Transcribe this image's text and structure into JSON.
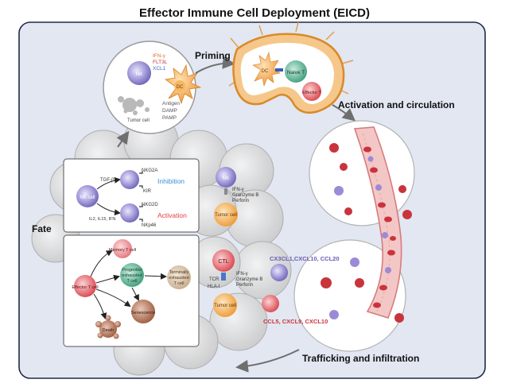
{
  "title": "Effector Immune Cell Deployment (EICD)",
  "section_labels": {
    "priming": "Priming",
    "activation": "Activation and circulation",
    "trafficking": "Trafficking and infiltration",
    "fate": "Fate"
  },
  "priming_bubble": {
    "nk": "NK",
    "cytokines": [
      "IFN-γ",
      "FLT3L",
      "XCL1"
    ],
    "dc": "DC",
    "tumor": "Tumor cell",
    "signals": [
      "Antigen",
      "DAMP",
      "PAMP"
    ]
  },
  "lymph_node": {
    "dc": "DC",
    "naive": "Naive T",
    "effector": "Effector T"
  },
  "nk_panel": {
    "nk_cell": "NK cell",
    "tgfb": "TGF-β",
    "il": "IL2, IL15, IFN",
    "receptors_top": [
      "NKG2A",
      "KIR"
    ],
    "receptors_bottom": [
      "NKG2D",
      "NKp46"
    ],
    "inhibition": "Inhibition",
    "activation": "Activation"
  },
  "tumor_cells": {
    "nk": "NK",
    "nk_tumor": "Tumor cell",
    "nk_effectors": [
      "IFN-γ",
      "Granzyme B",
      "Perforin"
    ],
    "ctl": "CTL",
    "tcr": "TCR",
    "hla": "HLA-I",
    "ctl_tumor": "Tumor cell",
    "ctl_effectors": [
      "IFN-γ",
      "Granzyme B",
      "Perforin"
    ]
  },
  "fate_panel": {
    "effector": "Effector T cell",
    "memory": "Memory T cell",
    "progenitor": [
      "Progenitor",
      "exhausted",
      "T cell"
    ],
    "terminal": [
      "Terminally",
      "exhausted",
      "T cell"
    ],
    "senescence": "Senescence",
    "death": "Death"
  },
  "chemokines": {
    "top": "CX3CL1,CXCL10, CCL20",
    "bottom": "CCL5, CXCL9, CXCL10"
  },
  "colors": {
    "background_panel": "#e2e7f2",
    "nk_purple": "#8e84c8",
    "dc_orange": "#f2a04a",
    "tumor_orange": "#f0a13c",
    "naive_green": "#4fb08f",
    "ctl_red": "#dd5a60",
    "inhibition": "#3a8fd8",
    "activation": "#e0413d"
  }
}
